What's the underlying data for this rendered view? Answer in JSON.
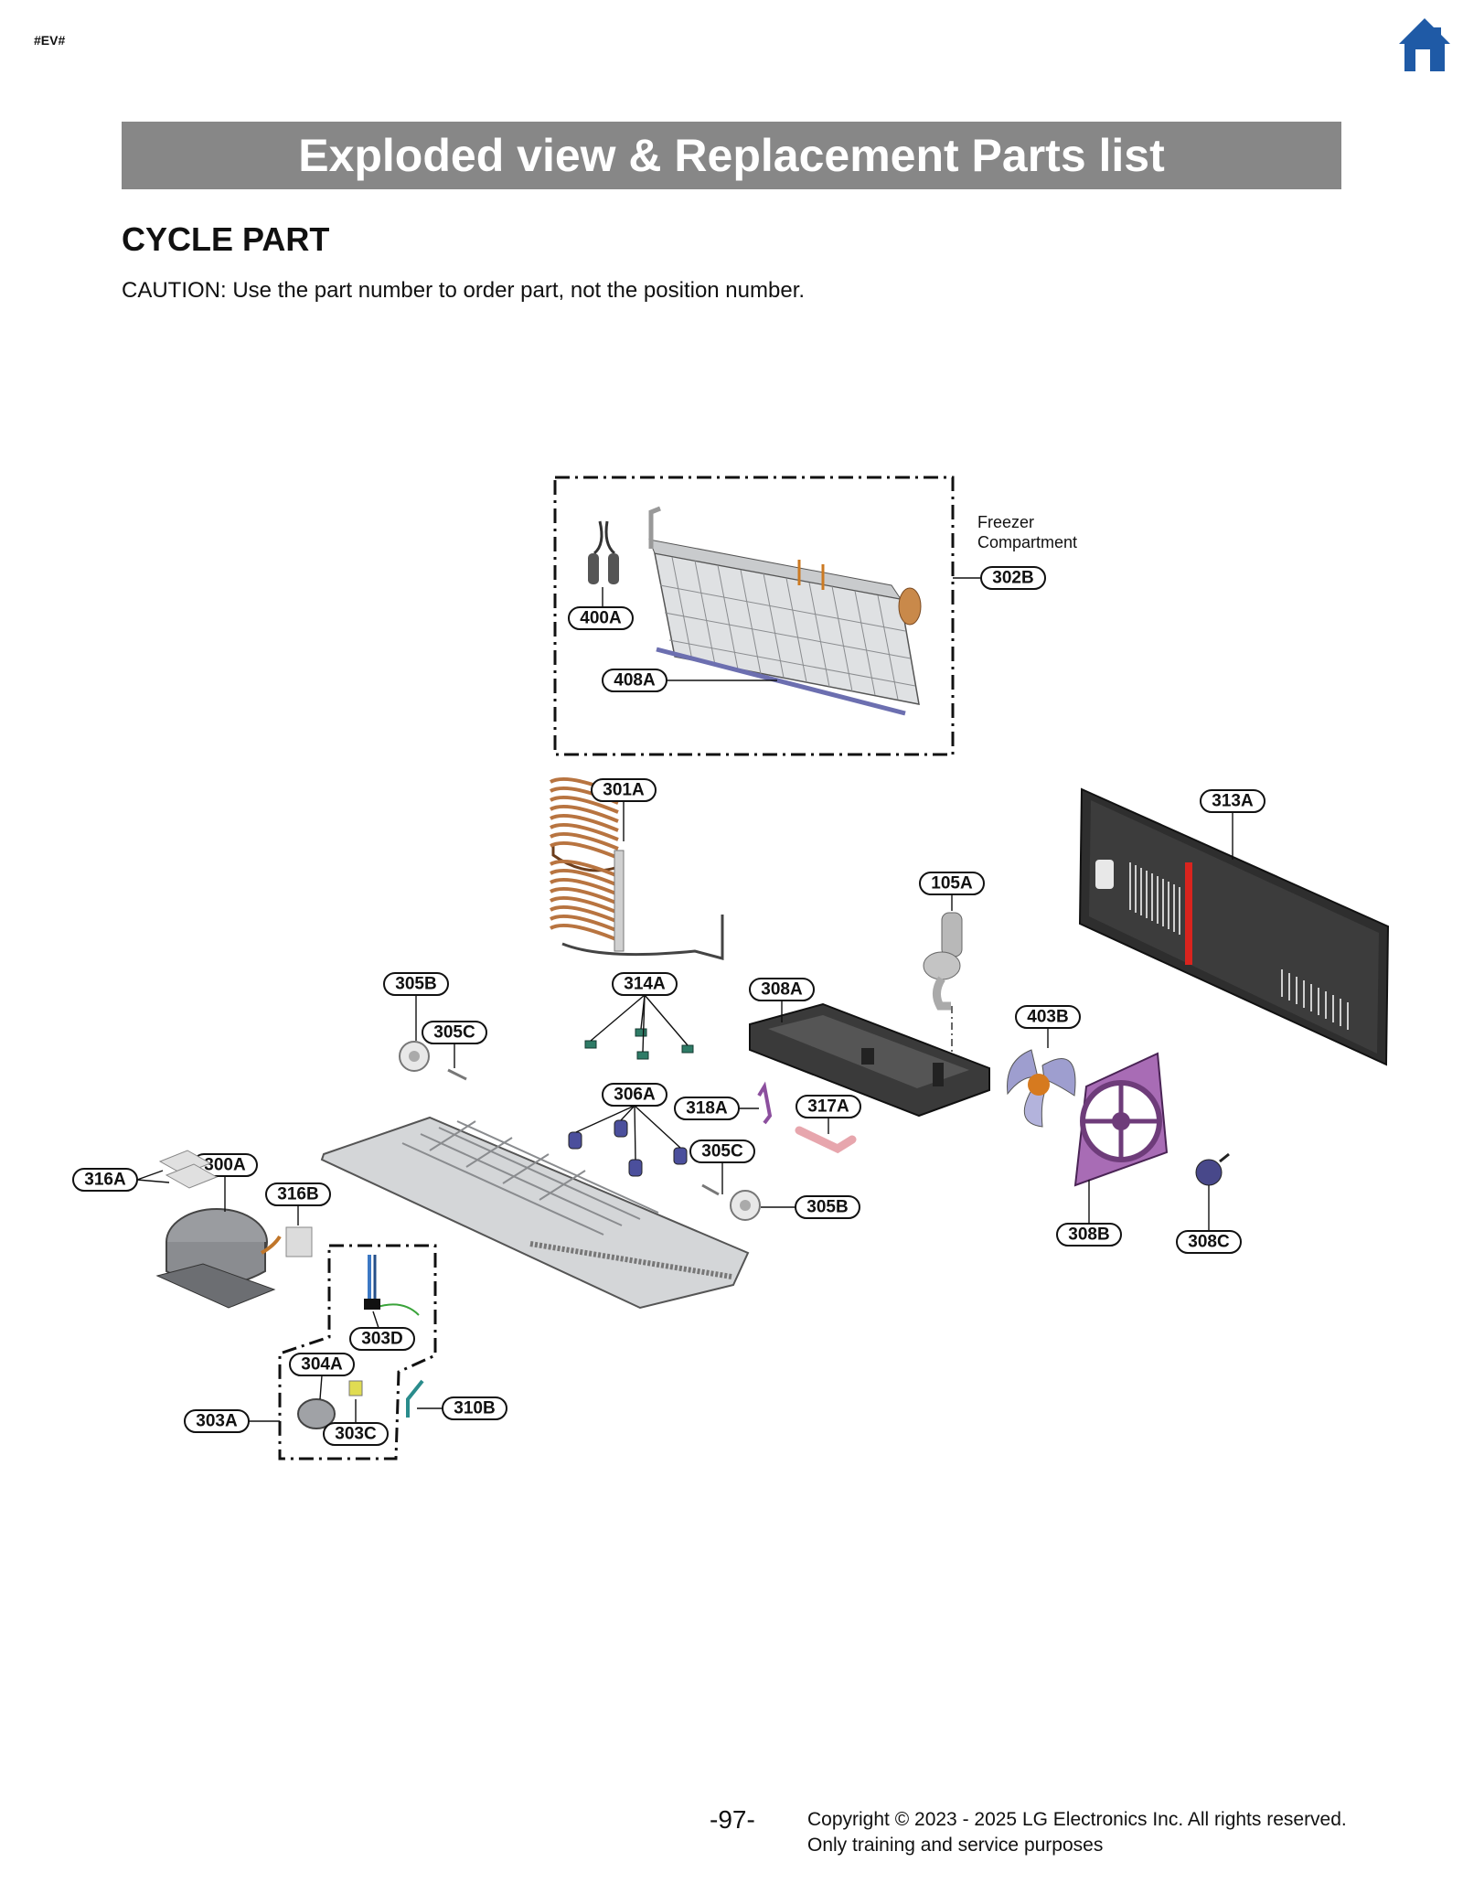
{
  "header": {
    "doc_tag": "#EV#",
    "banner_title": "Exploded view & Replacement Parts list",
    "section_title": "CYCLE PART",
    "caution": "CAUTION: Use the part number to order part, not the position number."
  },
  "diagram": {
    "zone_label_line1": "Freezer",
    "zone_label_line2": "Compartment",
    "callouts": {
      "c302B": "302B",
      "c400A": "400A",
      "c408A": "408A",
      "c301A": "301A",
      "c313A": "313A",
      "c105A": "105A",
      "c305B_top": "305B",
      "c314A": "314A",
      "c308A": "308A",
      "c305C_top": "305C",
      "c403B": "403B",
      "c306A": "306A",
      "c318A": "318A",
      "c317A": "317A",
      "c305C_bot": "305C",
      "c300A": "300A",
      "c316A": "316A",
      "c316B": "316B",
      "c305B_bot": "305B",
      "c308B": "308B",
      "c308C": "308C",
      "c303D": "303D",
      "c304A": "304A",
      "c310B": "310B",
      "c303A": "303A",
      "c303C": "303C"
    }
  },
  "footer": {
    "page_number": "-97-",
    "copyright_line1": "Copyright © 2023 - 2025 LG Electronics Inc. All rights reserved.",
    "copyright_line2": "Only training and service purposes"
  },
  "colors": {
    "banner": "#878787",
    "home_icon": "#1f5aa6",
    "condenser_copper": "#b87440",
    "fan_purple": "#9c5fa8",
    "red_strip": "#d9241e"
  },
  "icons": {
    "home": "home-icon"
  }
}
